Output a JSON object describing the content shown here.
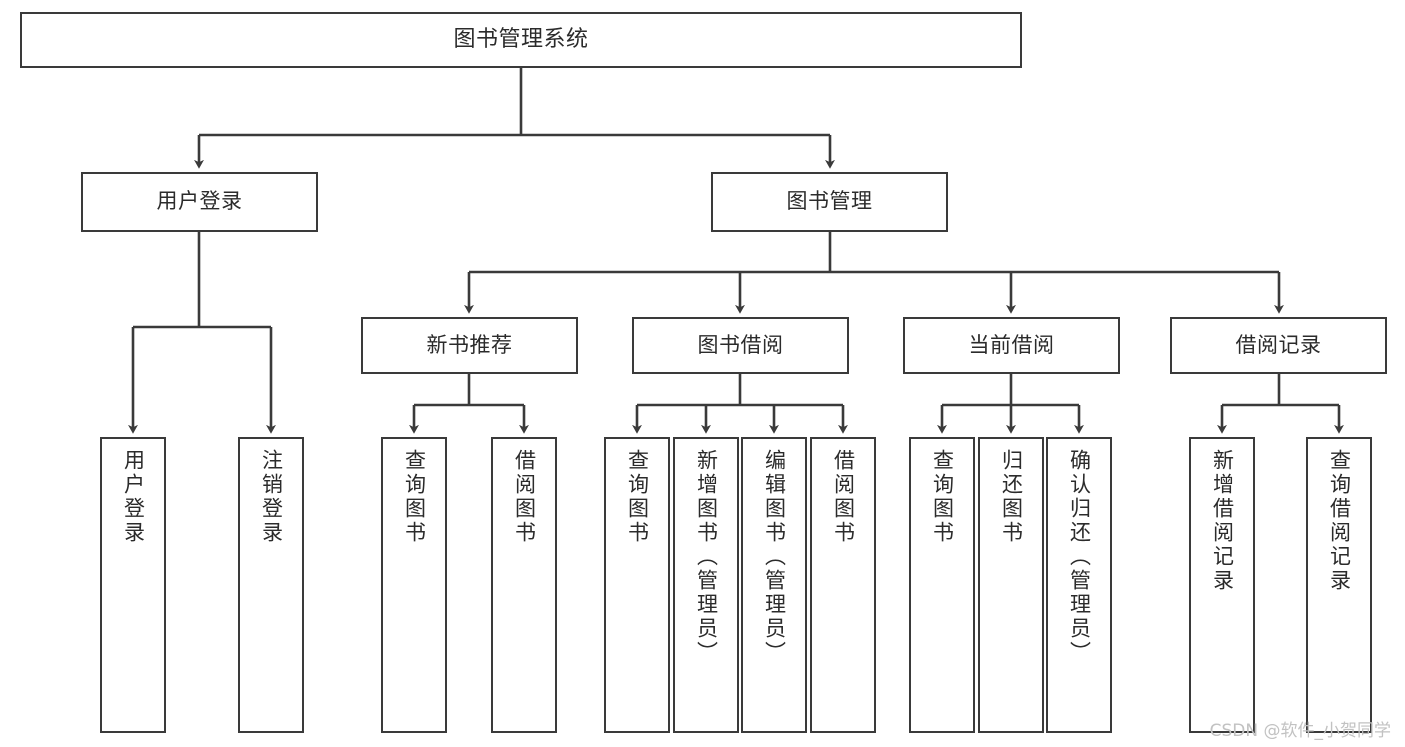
{
  "diagram": {
    "type": "tree-hierarchy",
    "title": "图书管理系统",
    "background_color": "#ffffff",
    "border_color": "#3a3a3a",
    "text_color": "#2b2b2b",
    "edge_color": "#3a3a3a"
  },
  "nodes": {
    "root": {
      "label": "图书管理系统"
    },
    "level2": [
      {
        "id": "user-login",
        "label": "用户登录"
      },
      {
        "id": "book-management",
        "label": "图书管理"
      }
    ],
    "level3": [
      {
        "id": "new-book-recommend",
        "label": "新书推荐"
      },
      {
        "id": "book-borrow",
        "label": "图书借阅"
      },
      {
        "id": "current-borrow",
        "label": "当前借阅"
      },
      {
        "id": "borrow-record",
        "label": "借阅记录"
      }
    ],
    "leaves": {
      "user_login": [
        {
          "id": "leaf-user-login",
          "label": "用户登录"
        },
        {
          "id": "leaf-logout-login",
          "label": "注销登录"
        }
      ],
      "new_book_recommend": [
        {
          "id": "leaf-query-book-1",
          "label": "查询图书"
        },
        {
          "id": "leaf-borrow-book-1",
          "label": "借阅图书"
        }
      ],
      "book_borrow": [
        {
          "id": "leaf-query-book-2",
          "label": "查询图书"
        },
        {
          "id": "leaf-add-book",
          "label": "新增图书（管理员）"
        },
        {
          "id": "leaf-edit-book",
          "label": "编辑图书（管理员）"
        },
        {
          "id": "leaf-borrow-book-2",
          "label": "借阅图书"
        }
      ],
      "current_borrow": [
        {
          "id": "leaf-query-book-3",
          "label": "查询图书"
        },
        {
          "id": "leaf-return-book",
          "label": "归还图书"
        },
        {
          "id": "leaf-confirm-return",
          "label": "确认归还（管理员）"
        }
      ],
      "borrow_record": [
        {
          "id": "leaf-add-record",
          "label": "新增借阅记录"
        },
        {
          "id": "leaf-query-record",
          "label": "查询借阅记录"
        }
      ]
    }
  },
  "watermark": {
    "text": "CSDN @软件_小贺同学"
  }
}
